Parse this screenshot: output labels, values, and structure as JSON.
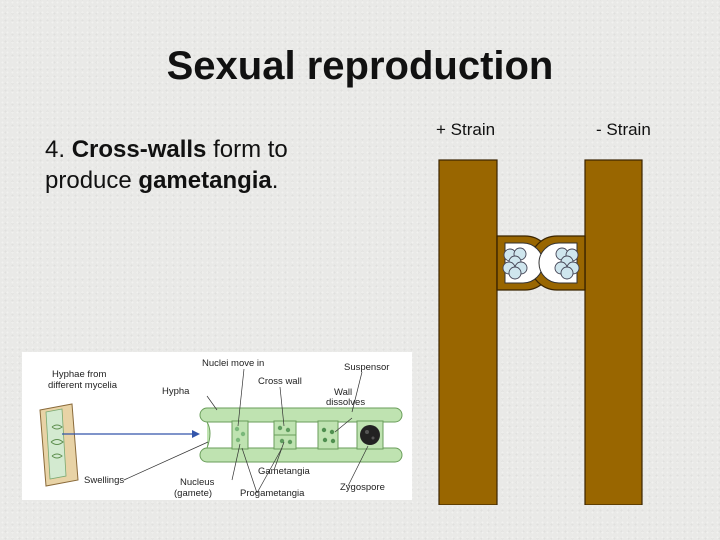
{
  "slide": {
    "title": "Sexual reproduction",
    "body": {
      "number": "4.",
      "term1": "Cross-walls",
      "text1": " form to produce ",
      "term2": "gametangia",
      "text2": "."
    },
    "plus_strain_label": "+ Strain",
    "minus_strain_label": "- Strain"
  },
  "inset_labels": {
    "hyphae_from": "Hyphae from",
    "different_mycelia": "different mycelia",
    "nuclei_move_in": "Nuclei move in",
    "suspensor": "Suspensor",
    "hypha": "Hypha",
    "cross_wall": "Cross wall",
    "wall": "Wall",
    "dissolves": "dissolves",
    "swellings": "Swellings",
    "gametangia": "Gametangia",
    "nucleus": "Nucleus",
    "gamete": "(gamete)",
    "progametangia": "Progametangia",
    "zygospore": "Zygospore"
  },
  "colors": {
    "hypha_fill": "#996600",
    "gamete_fill": "#cfe6ee",
    "inset_hypha": "#bfe3b1"
  }
}
